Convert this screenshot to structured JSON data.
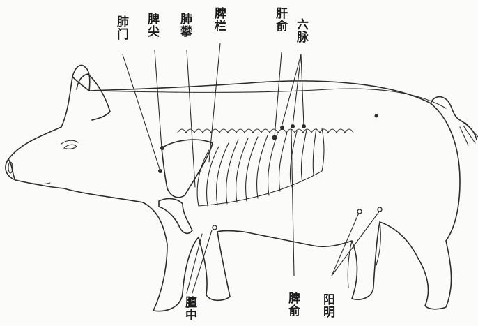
{
  "labels": {
    "fei_men": "肺门",
    "pi_jian": "脾尖",
    "fei_pan": "肺攀",
    "pi_lan": "脾栏",
    "gan_shu": "肝俞",
    "liu_mai": "六脉",
    "tan_zhong": "膻中",
    "pi_shu": "脾俞",
    "yang_ming": "阳明"
  },
  "colors": {
    "ink": "#2b2b2b",
    "paper": "#fbfbf9"
  }
}
